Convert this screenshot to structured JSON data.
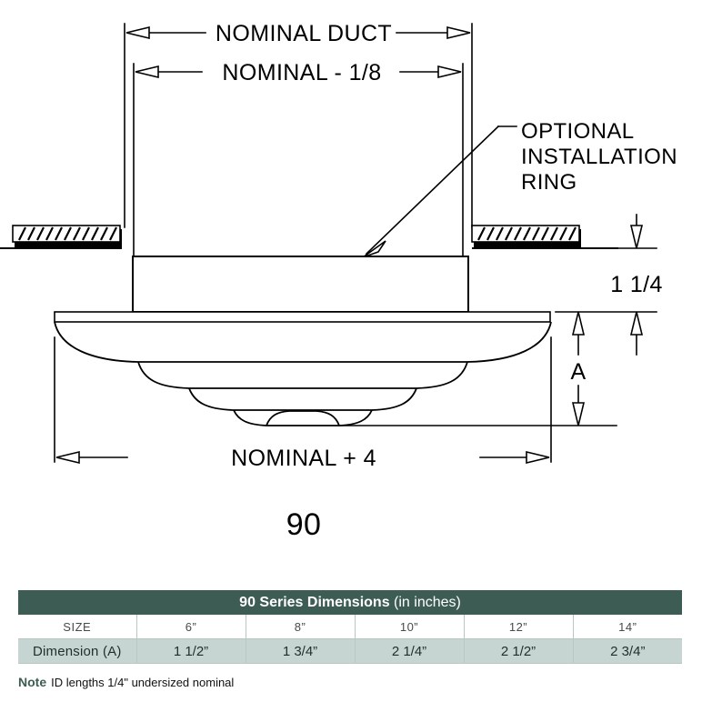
{
  "diagram": {
    "title_label": "90",
    "dimensions": {
      "top_outer": "NOMINAL DUCT",
      "top_inner": "NOMINAL - 1/8",
      "bottom": "NOMINAL + 4",
      "height_collar": "1 1/4",
      "height_cone": "A"
    },
    "callout": {
      "line1": "OPTIONAL",
      "line2": "INSTALLATION",
      "line3": "RING"
    }
  },
  "table": {
    "title_strong": "90 Series Dimensions",
    "title_light": " (in inches)",
    "header_color": "#3d5c54",
    "row_color": "#c6d5d2",
    "rows": [
      {
        "label": "SIZE",
        "values": [
          "6”",
          "8”",
          "10”",
          "12”",
          "14”"
        ]
      },
      {
        "label": "Dimension (A)",
        "values": [
          "1 1/2”",
          "1 3/4”",
          "2 1/4”",
          "2 1/2”",
          "2 3/4”"
        ]
      }
    ]
  },
  "note": {
    "word": "Note",
    "text": "ID lengths 1/4\" undersized nominal"
  }
}
